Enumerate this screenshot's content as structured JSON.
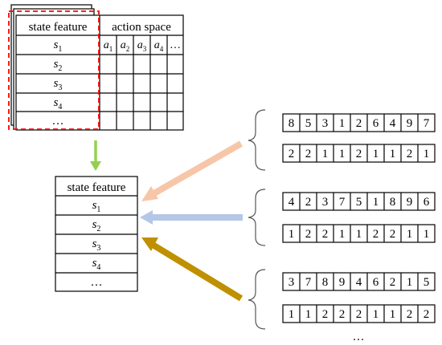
{
  "top_table": {
    "state_header": "state feature",
    "action_header": "action space",
    "states": [
      {
        "sym": "s",
        "sub": "1"
      },
      {
        "sym": "s",
        "sub": "2"
      },
      {
        "sym": "s",
        "sub": "3"
      },
      {
        "sym": "s",
        "sub": "4"
      },
      {
        "sym": "…",
        "sub": ""
      }
    ],
    "actions": [
      {
        "sym": "a",
        "sub": "1"
      },
      {
        "sym": "a",
        "sub": "2"
      },
      {
        "sym": "a",
        "sub": "3"
      },
      {
        "sym": "a",
        "sub": "4"
      },
      {
        "sym": "…",
        "sub": ""
      }
    ]
  },
  "bottom_table": {
    "header": "state feature",
    "states": [
      {
        "sym": "s",
        "sub": "1"
      },
      {
        "sym": "s",
        "sub": "2"
      },
      {
        "sym": "s",
        "sub": "3"
      },
      {
        "sym": "s",
        "sub": "4"
      },
      {
        "sym": "…",
        "sub": ""
      }
    ]
  },
  "sequence_groups": [
    {
      "arrow_color": "#f7c6a8",
      "rows": [
        [
          "8",
          "5",
          "3",
          "1",
          "2",
          "6",
          "4",
          "9",
          "7"
        ],
        [
          "2",
          "2",
          "1",
          "1",
          "2",
          "1",
          "1",
          "2",
          "1"
        ]
      ]
    },
    {
      "arrow_color": "#b4c7e7",
      "rows": [
        [
          "4",
          "2",
          "3",
          "7",
          "5",
          "1",
          "8",
          "9",
          "6"
        ],
        [
          "1",
          "2",
          "2",
          "1",
          "1",
          "2",
          "2",
          "1",
          "1"
        ]
      ]
    },
    {
      "arrow_color": "#bf9000",
      "rows": [
        [
          "3",
          "7",
          "8",
          "9",
          "4",
          "6",
          "2",
          "1",
          "5"
        ],
        [
          "1",
          "1",
          "2",
          "2",
          "2",
          "1",
          "1",
          "2",
          "2"
        ]
      ]
    }
  ],
  "ellipsis": "…",
  "colors": {
    "green_arrow": "#92d050",
    "dashed_box": "#ff0000"
  }
}
